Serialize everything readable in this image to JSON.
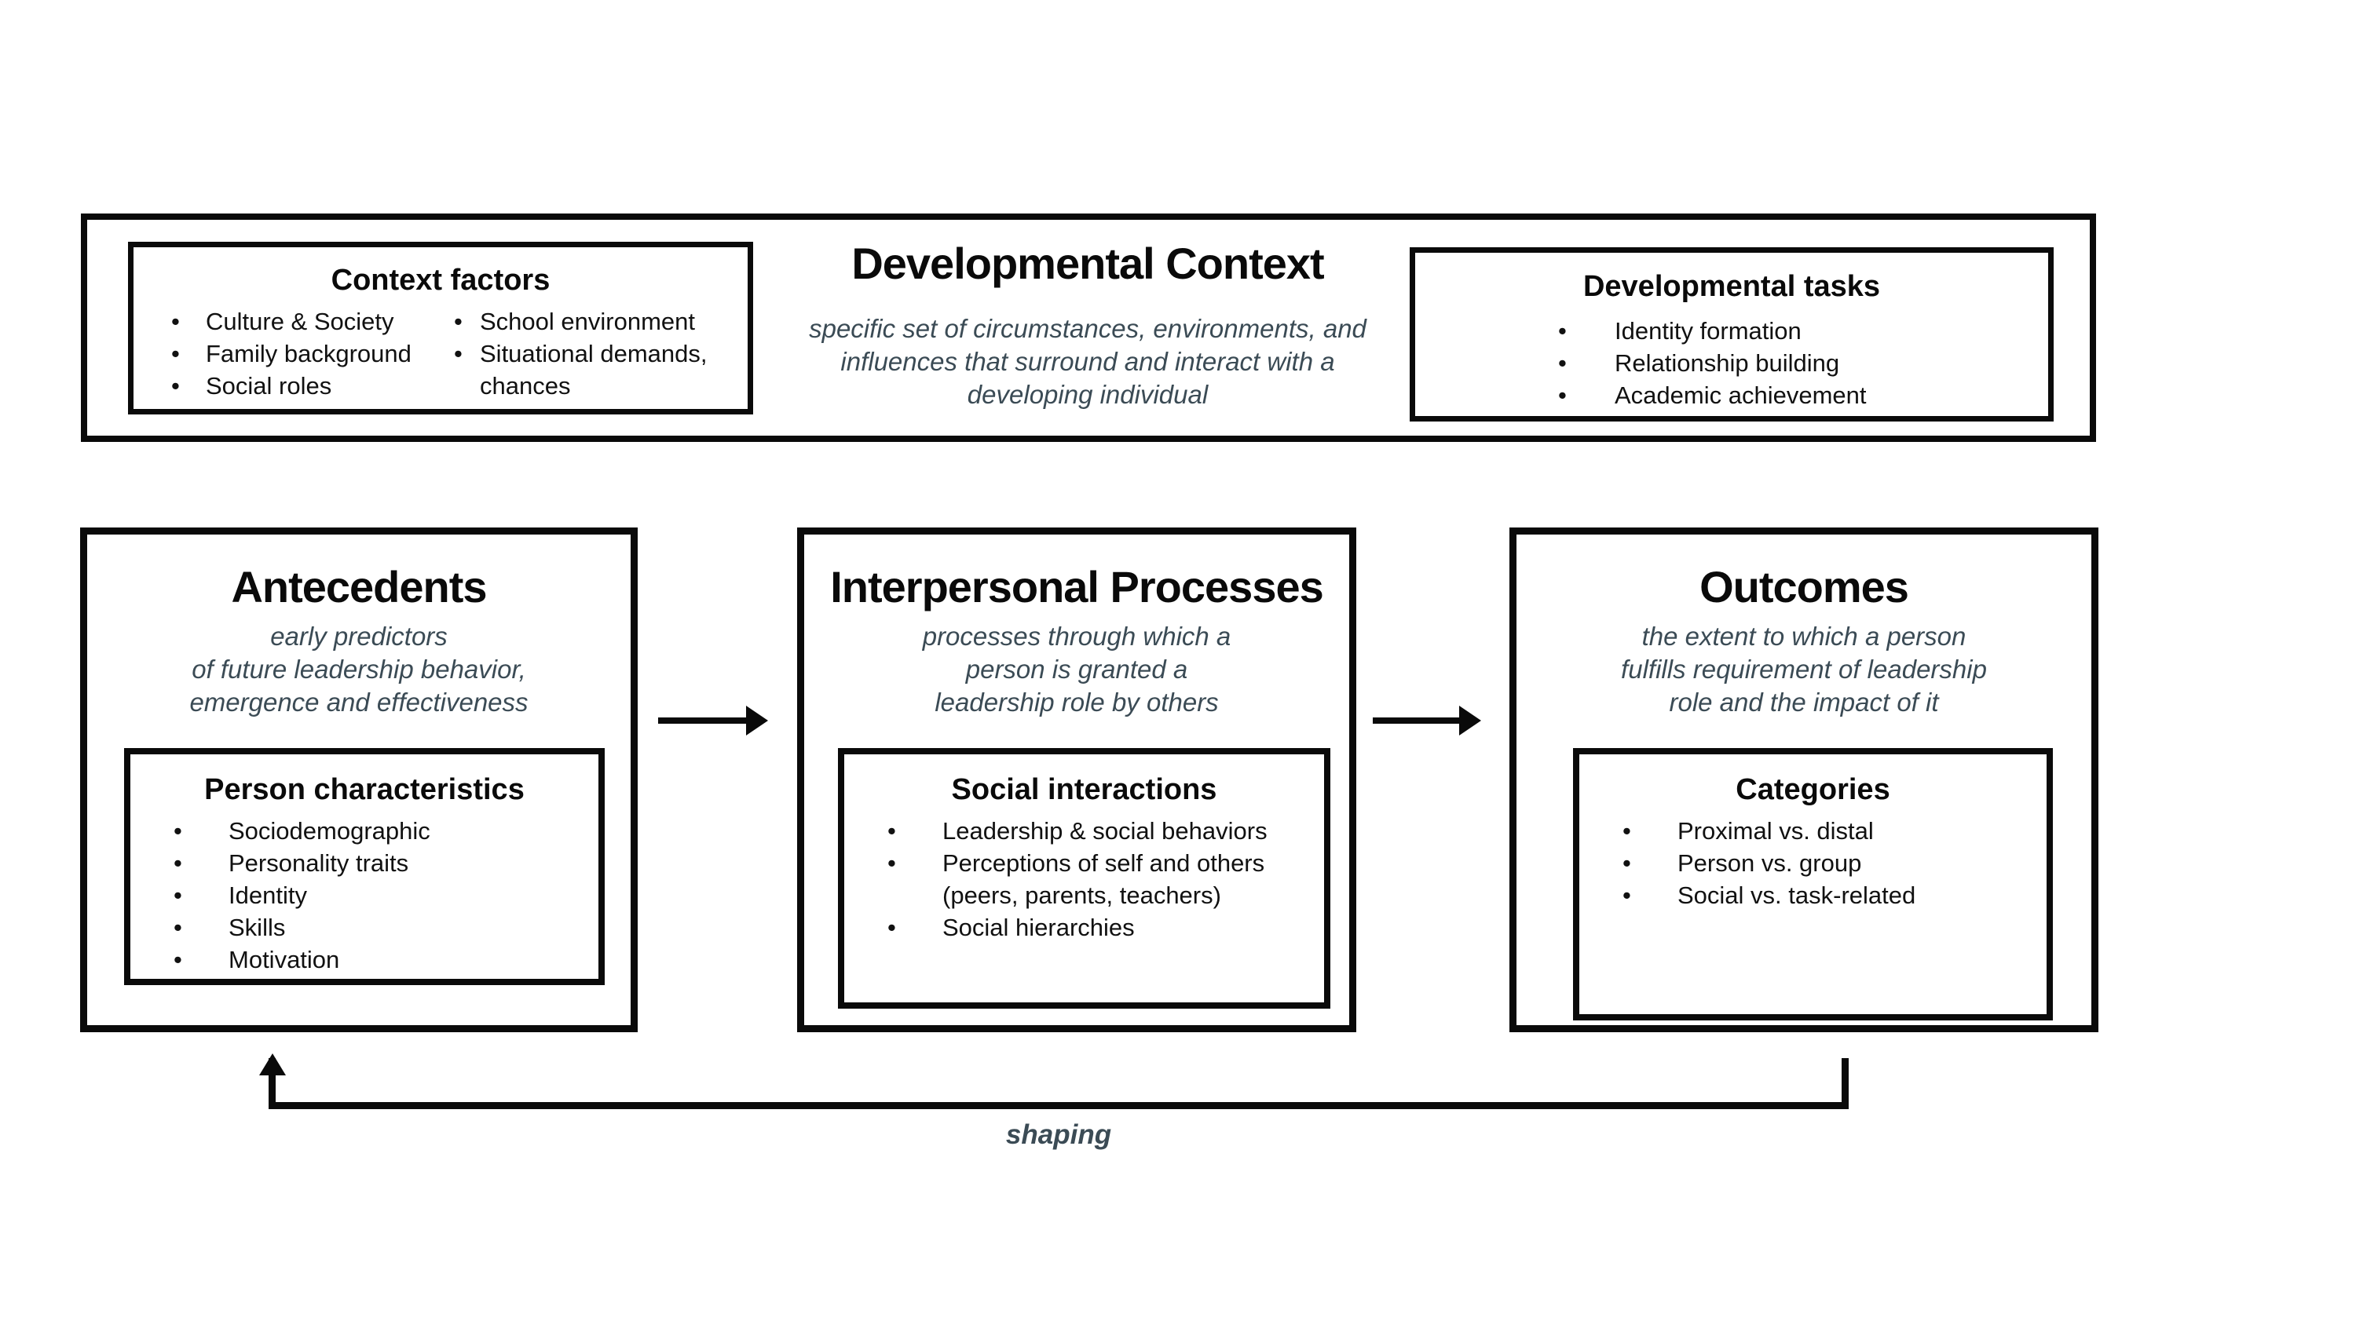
{
  "band": {
    "title": "Developmental Context",
    "description": [
      "specific set of circumstances, environments, and",
      "influences that surround and interact with a",
      "developing individual"
    ],
    "context_factors": {
      "title": "Context factors",
      "column1": [
        "Culture & Society",
        "Family background",
        "Social roles"
      ],
      "column2": [
        "School environment",
        "Situational demands, chances"
      ]
    },
    "developmental_tasks": {
      "title": "Developmental tasks",
      "items": [
        "Identity formation",
        "Relationship building",
        "Academic achievement"
      ]
    }
  },
  "antecedents": {
    "title": "Antecedents",
    "description": [
      "early predictors",
      "of future leadership behavior,",
      "emergence and effectiveness"
    ],
    "inner": {
      "title": "Person characteristics",
      "items": [
        "Sociodemographic",
        "Personality traits",
        "Identity",
        "Skills",
        "Motivation"
      ]
    }
  },
  "interpersonal": {
    "title": "Interpersonal Processes",
    "description": [
      "processes through which a",
      "person is granted a",
      "leadership role by others"
    ],
    "inner": {
      "title": "Social interactions",
      "items": [
        "Leadership & social behaviors",
        "Perceptions of self and others (peers, parents, teachers)",
        "Social hierarchies"
      ]
    }
  },
  "outcomes": {
    "title": "Outcomes",
    "description": [
      "the extent to which a person",
      "fulfills requirement of leadership",
      "role and the impact of it"
    ],
    "inner": {
      "title": "Categories",
      "items": [
        "Proximal vs. distal",
        "Person vs. group",
        "Social vs. task-related"
      ]
    }
  },
  "feedback": {
    "label": "shaping"
  },
  "colors": {
    "ink": "#0a0a0a",
    "accent_italic": "#3b4b55",
    "background": "#ffffff"
  }
}
